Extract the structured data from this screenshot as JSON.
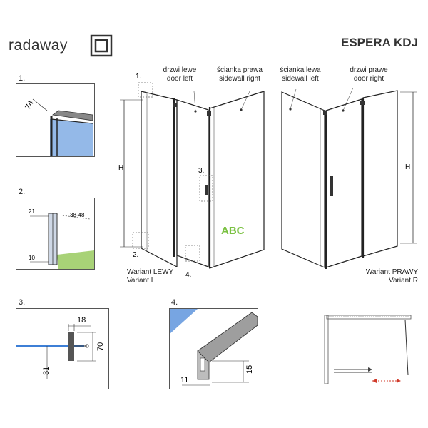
{
  "brand": {
    "name": "radaway"
  },
  "product": {
    "title": "ESPERA KDJ"
  },
  "details": {
    "d1": {
      "num": "1.",
      "dim": "74"
    },
    "d2": {
      "num": "2.",
      "dim_a": "21",
      "dim_b": "38-48",
      "dim_c": "10"
    },
    "d3": {
      "num": "3.",
      "dim_a": "18",
      "dim_b": "70",
      "dim_c": "31"
    },
    "d4": {
      "num": "4.",
      "dim_a": "15",
      "dim_b": "11"
    }
  },
  "left_variant": {
    "label_door_pl": "drzwi lewe",
    "label_door_en": "door left",
    "label_wall_pl": "ścianka prawa",
    "label_wall_en": "sidewall right",
    "height": "H",
    "callout_1": "1.",
    "callout_2": "2.",
    "callout_3": "3.",
    "callout_4": "4.",
    "variant_pl": "Wariant LEWY",
    "variant_en": "Variant L"
  },
  "right_variant": {
    "label_wall_pl": "ścianka lewa",
    "label_wall_en": "sidewall left",
    "label_door_pl": "drzwi prawe",
    "label_door_en": "door right",
    "height": "H",
    "variant_pl": "Wariant PRAWY",
    "variant_en": "Variant R"
  },
  "watermark": {
    "text": "ABC"
  },
  "colors": {
    "glass": "#3d7fd6",
    "arrow": "#d03a2a",
    "watermark": "#7ac142",
    "line": "#222222"
  }
}
